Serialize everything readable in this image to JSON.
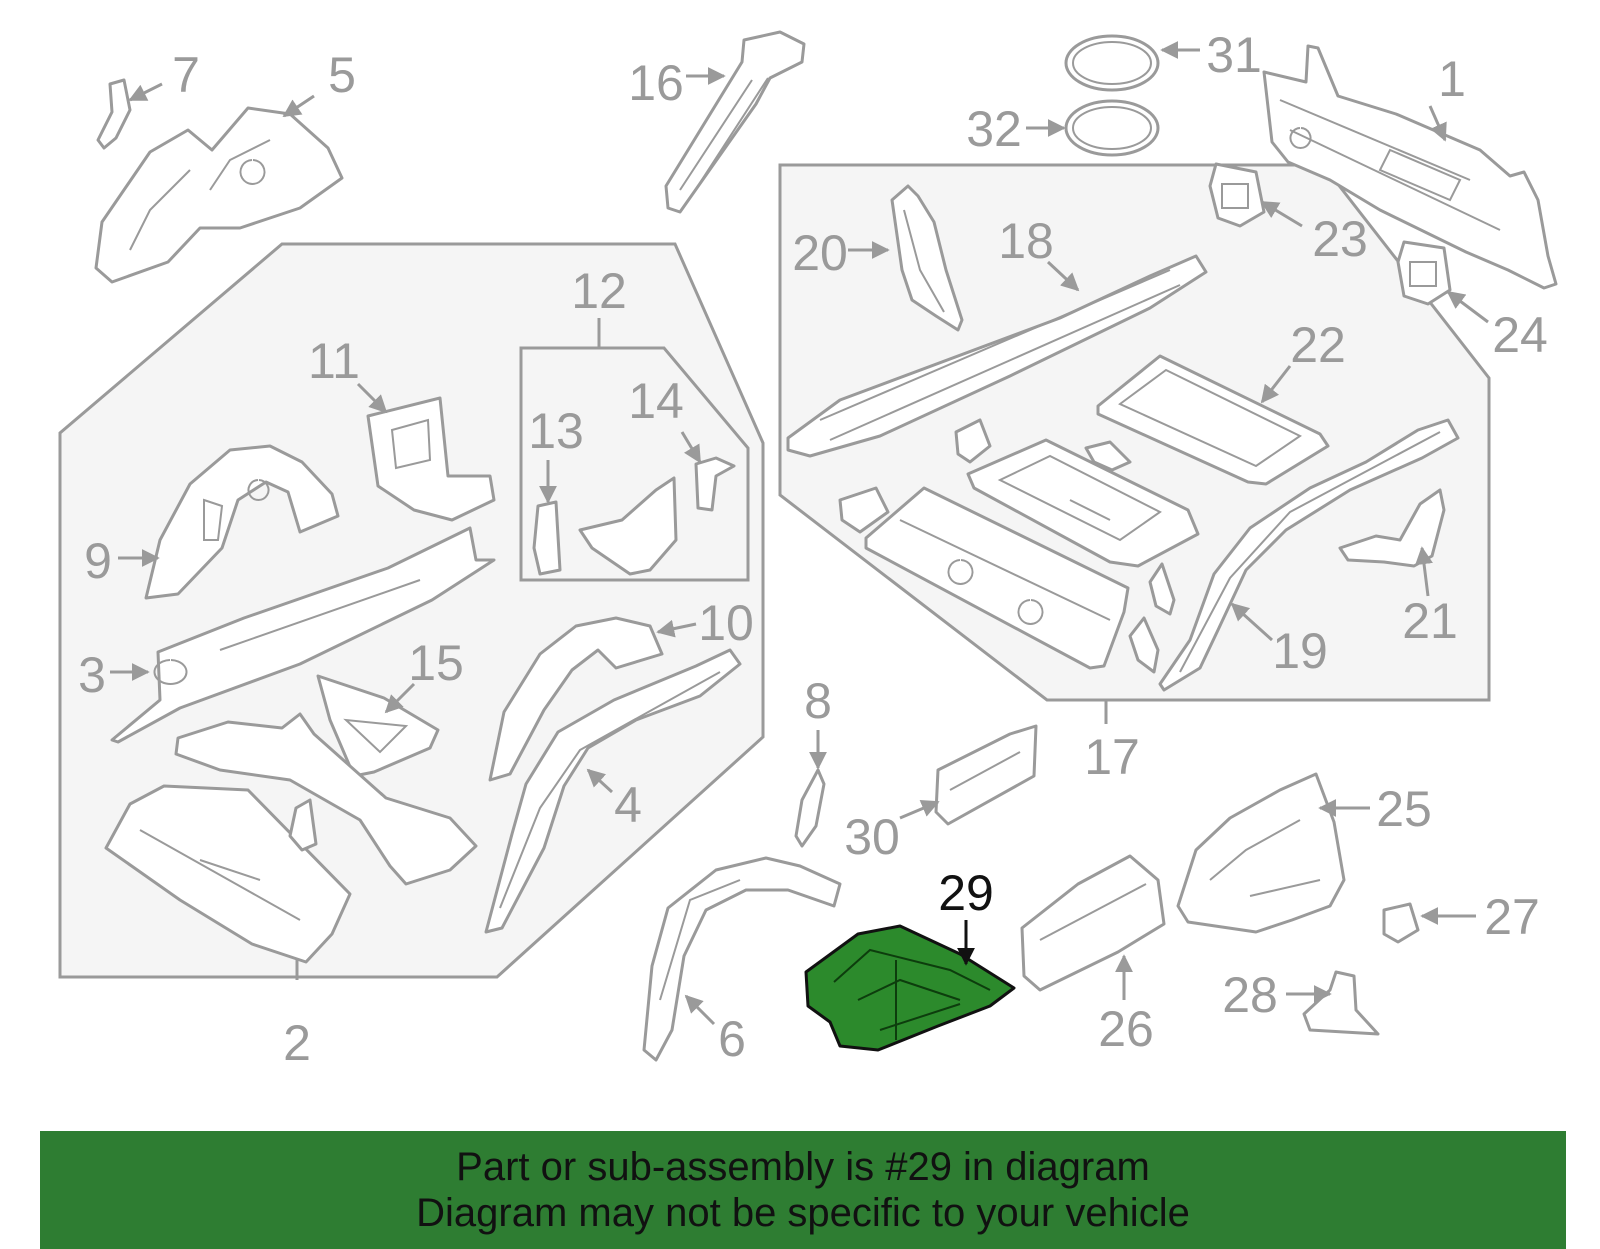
{
  "diagram": {
    "labels": [
      "1",
      "2",
      "3",
      "4",
      "5",
      "6",
      "7",
      "8",
      "9",
      "10",
      "11",
      "12",
      "13",
      "14",
      "15",
      "16",
      "17",
      "18",
      "19",
      "20",
      "21",
      "22",
      "23",
      "24",
      "25",
      "26",
      "27",
      "28",
      "29",
      "30",
      "31",
      "32"
    ],
    "highlighted_part": "29",
    "highlight_color": "#2e8b2e"
  },
  "banner": {
    "line1": "Part or sub-assembly is #29 in diagram",
    "line2": "Diagram may not be specific to your vehicle",
    "color": "#2e7d32"
  }
}
